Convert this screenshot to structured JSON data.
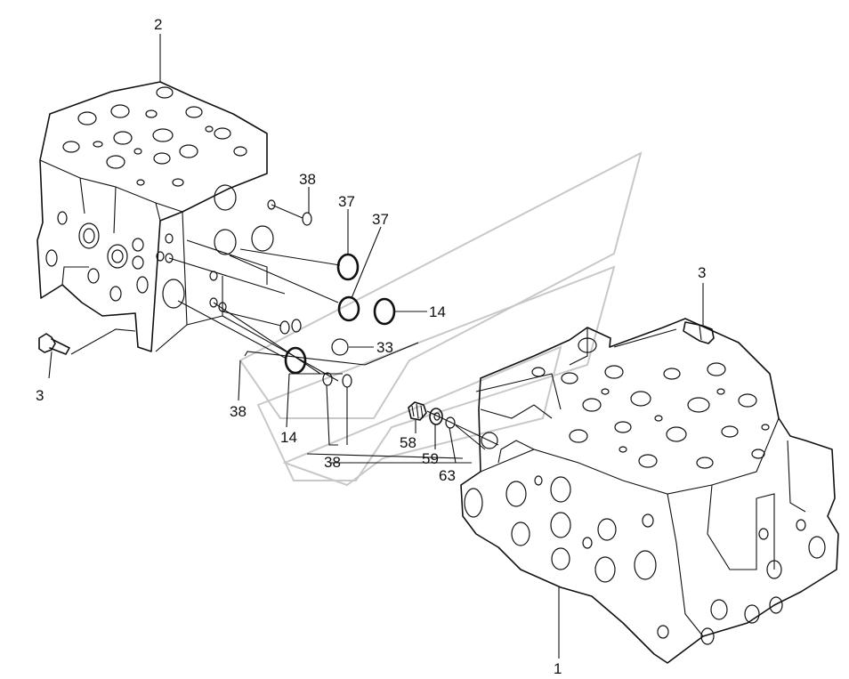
{
  "labels": {
    "l2": "2",
    "l3a": "3",
    "l3b": "3",
    "l38a": "38",
    "l37a": "37",
    "l37b": "37",
    "l14a": "14",
    "l33": "33",
    "l38b": "38",
    "l14b": "14",
    "l38c": "38",
    "l58": "58",
    "l59": "59",
    "l63": "63",
    "l1": "1"
  }
}
